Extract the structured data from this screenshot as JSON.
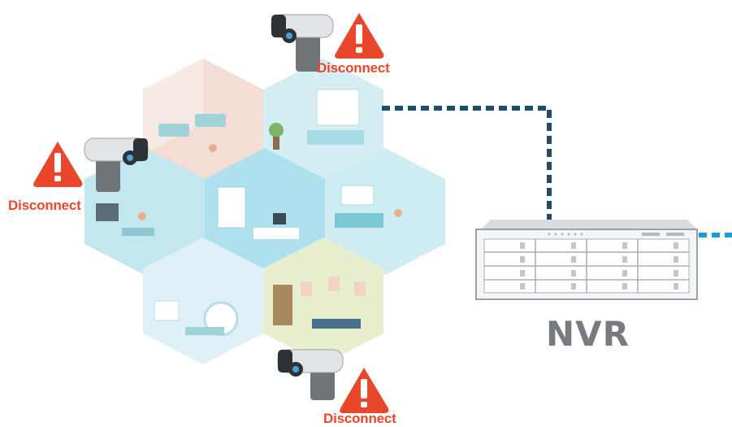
{
  "alerts": [
    {
      "label": "Disconnect"
    },
    {
      "label": "Disconnect"
    },
    {
      "label": "Disconnect"
    }
  ],
  "device": {
    "label": "NVR",
    "icon": "server-rack-icon"
  },
  "colors": {
    "alert": "#e8472b",
    "link_dark": "#1f4e6b",
    "link_light": "#1e9ad6",
    "nvr_text": "#777b7f",
    "hex_room": "#bfe6ee"
  }
}
